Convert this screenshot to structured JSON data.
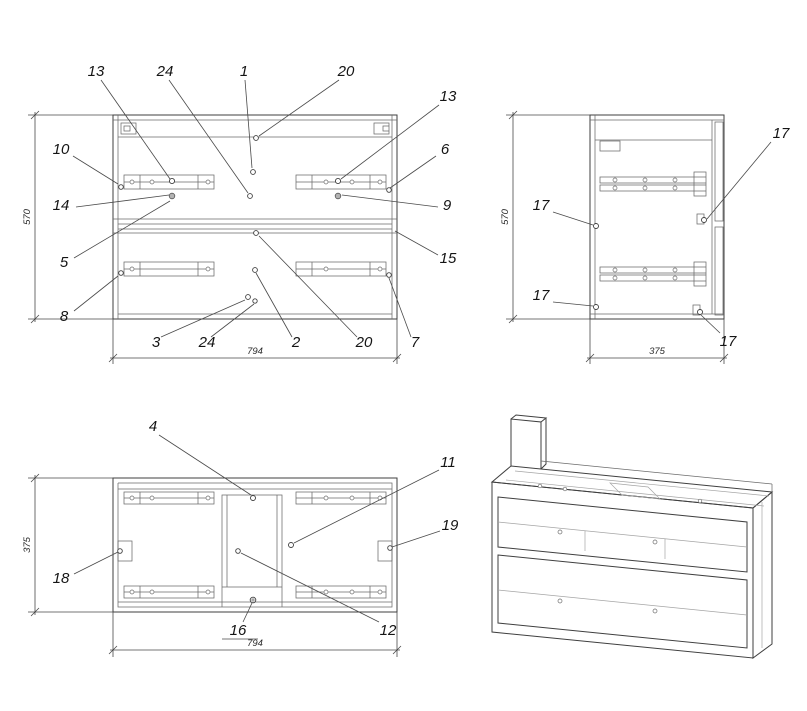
{
  "drawing": {
    "front": {
      "height_dim": "570",
      "width_dim": "794",
      "callouts": {
        "k13a": "13",
        "k24a": "24",
        "k1": "1",
        "k20a": "20",
        "k13b": "13",
        "k10": "10",
        "k6": "6",
        "k14": "14",
        "k9": "9",
        "k5": "5",
        "k15": "15",
        "k8": "8",
        "k3": "3",
        "k24b": "24",
        "k2": "2",
        "k20b": "20",
        "k7": "7"
      }
    },
    "side": {
      "height_dim": "570",
      "width_dim": "375",
      "callouts": {
        "k17a": "17",
        "k17b": "17",
        "k17c": "17",
        "k17d": "17"
      }
    },
    "top": {
      "height_dim": "375",
      "width_dim": "794",
      "callouts": {
        "k4": "4",
        "k11": "11",
        "k19": "19",
        "k18": "18",
        "k16": "16",
        "k12": "12"
      }
    }
  }
}
